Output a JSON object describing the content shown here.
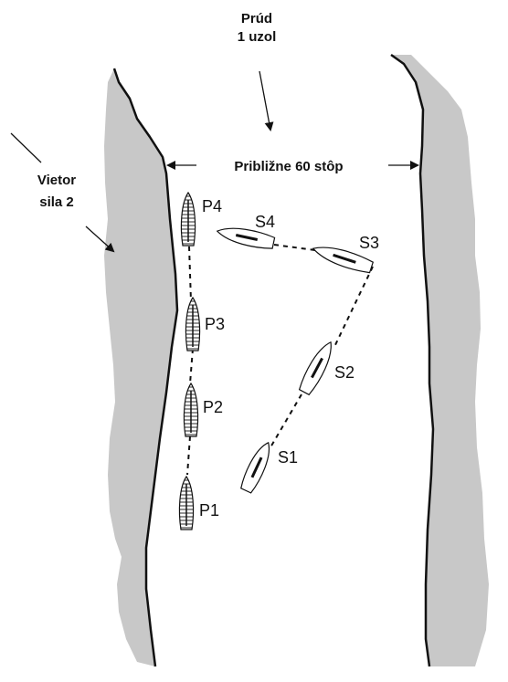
{
  "current": {
    "line1": "Prúd",
    "line2": "1 uzol"
  },
  "wind": {
    "line1": "Vietor",
    "line2": "sila 2"
  },
  "width_label": "Približne 60 stôp",
  "positions_p": [
    {
      "id": "p4",
      "label": "P4"
    },
    {
      "id": "p3",
      "label": "P3"
    },
    {
      "id": "p2",
      "label": "P2"
    },
    {
      "id": "p1",
      "label": "P1"
    }
  ],
  "positions_s": [
    {
      "id": "s4",
      "label": "S4"
    },
    {
      "id": "s3",
      "label": "S3"
    },
    {
      "id": "s2",
      "label": "S2"
    },
    {
      "id": "s1",
      "label": "S1"
    }
  ],
  "colors": {
    "bank": "#c8c8c8",
    "line": "#111111",
    "boat_fill": "#ffffff"
  }
}
